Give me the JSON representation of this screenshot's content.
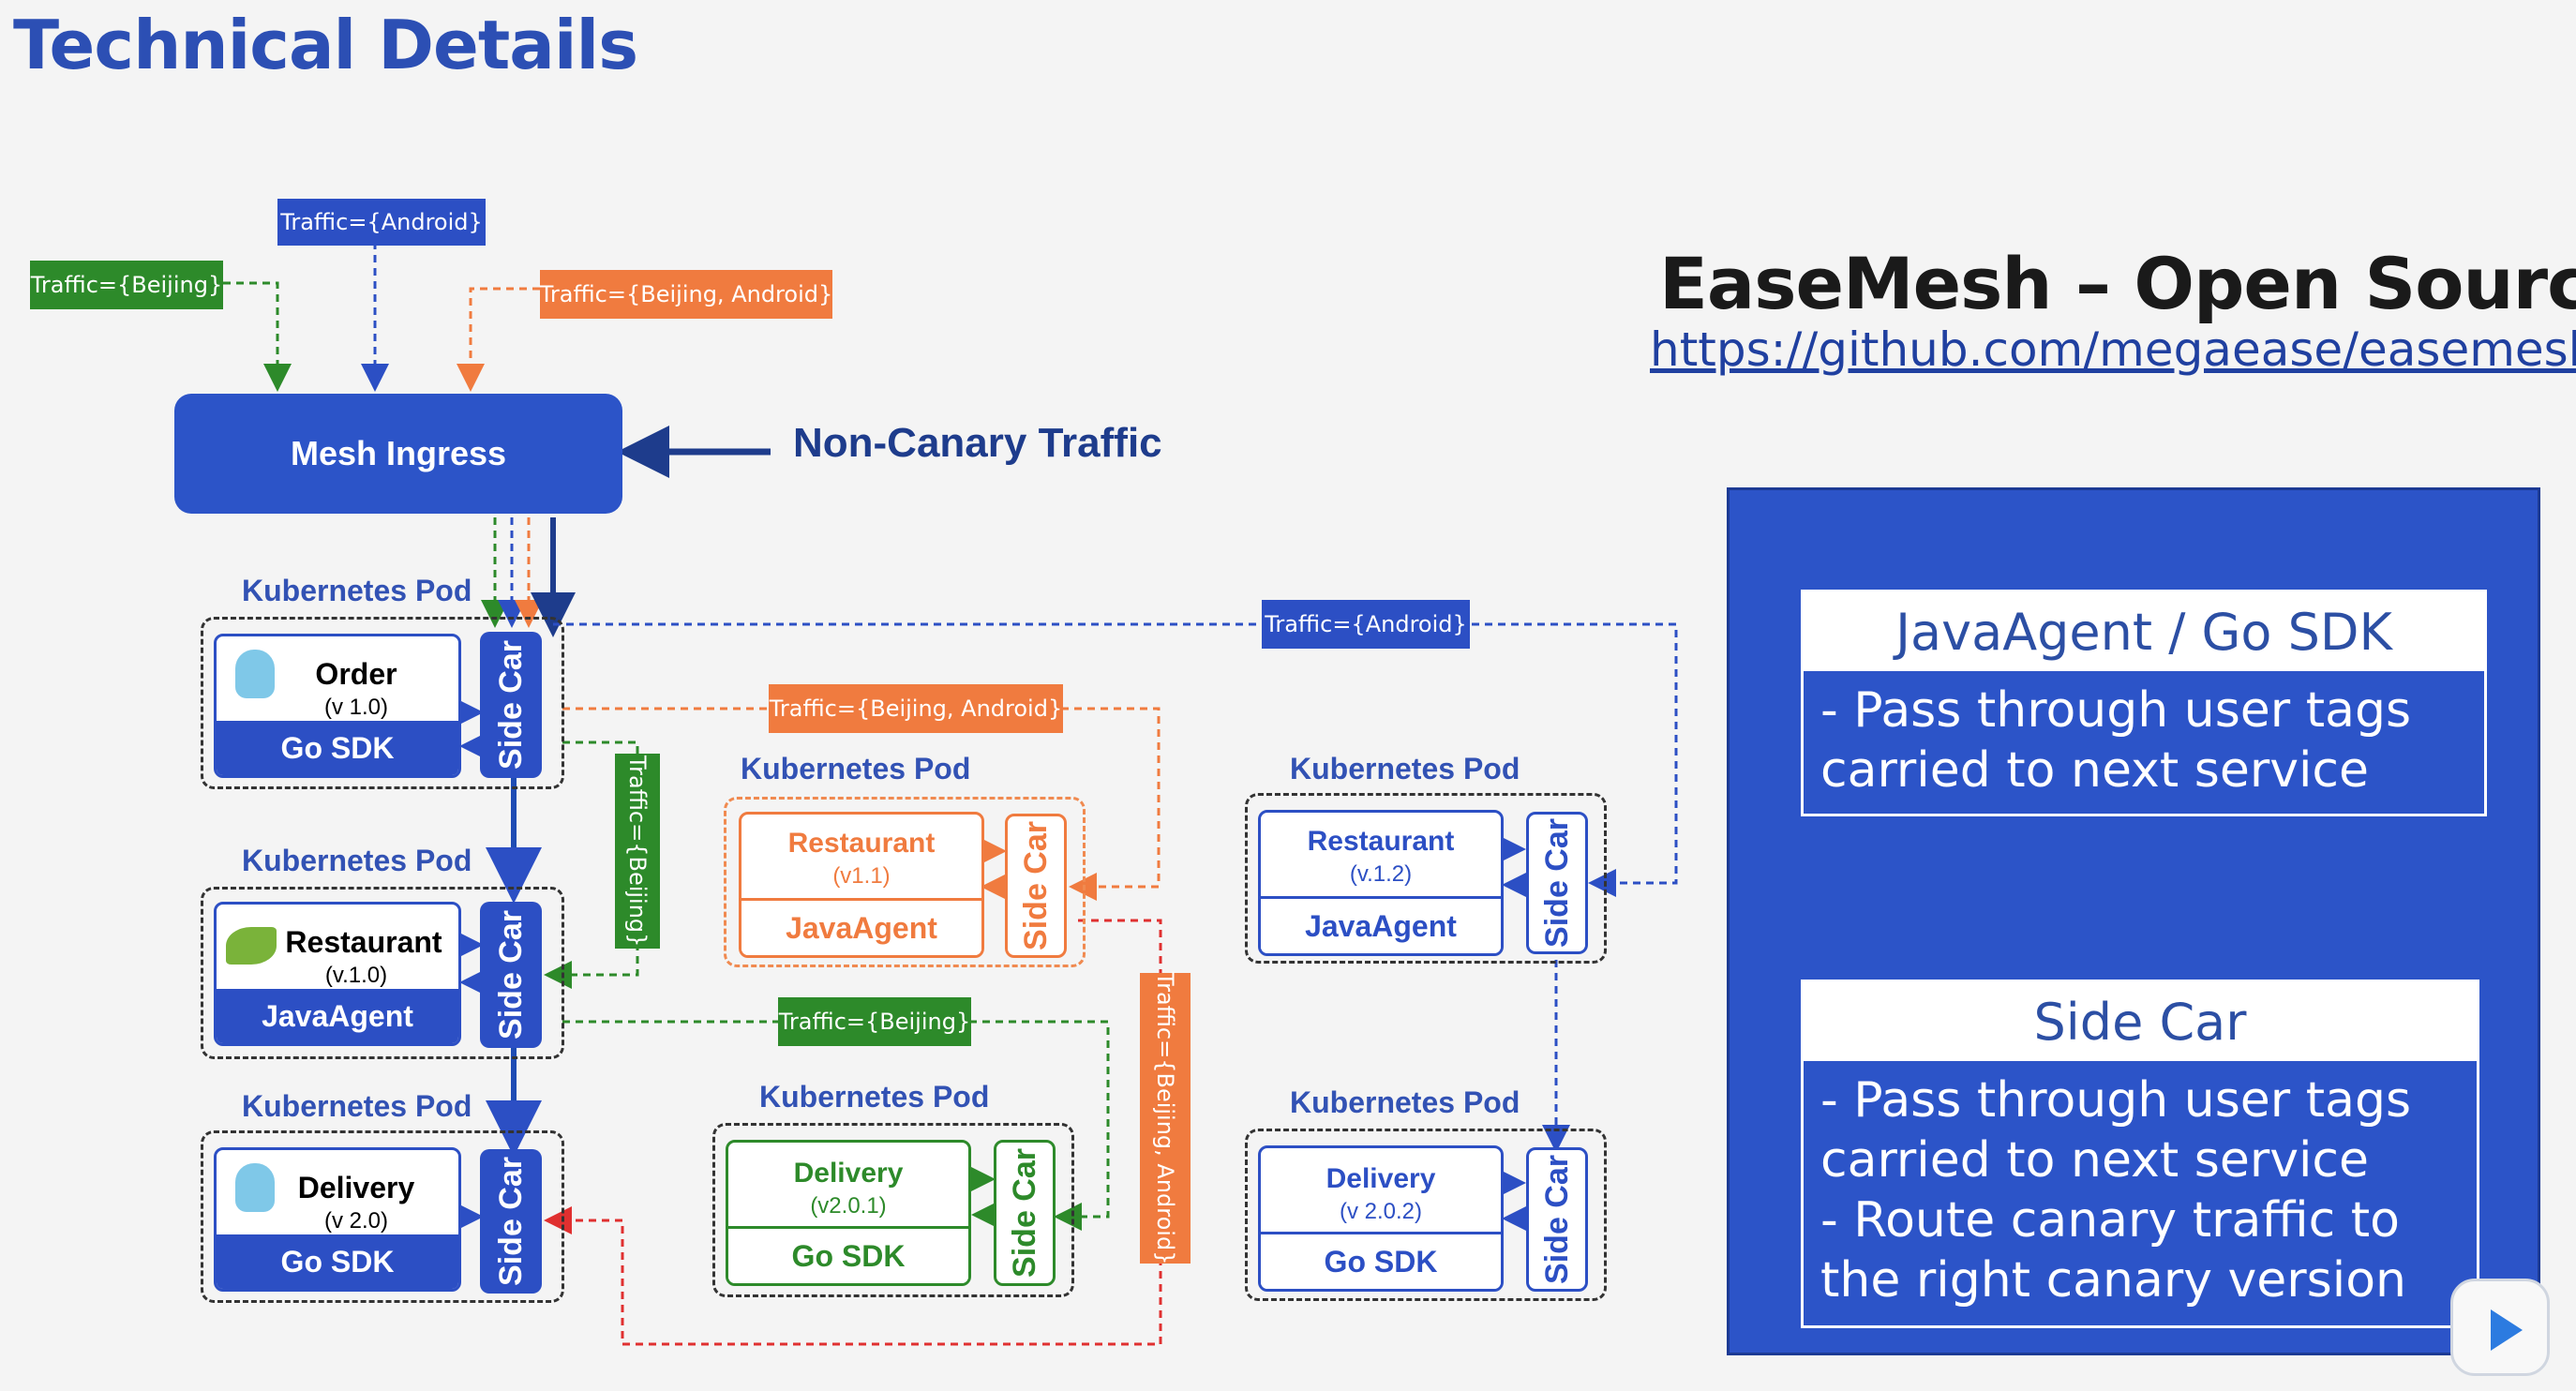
{
  "title": "Technical Details",
  "tags": {
    "android_top": "Traffic={Android}",
    "beijing_top": "Traffic={Beijing}",
    "beijing_android_top": "Traffic={Beijing, Android}",
    "android_mid": "Traffic={Android}",
    "beijing_android_mid": "Traffic={Beijing, Android}",
    "beijing_vertical": "Traffic={Beijing}",
    "beijing_mid": "Traffic={Beijing}",
    "beijing_android_vertical": "Traffic={Beijing, Android}"
  },
  "ingress": "Mesh Ingress",
  "non_canary": "Non-Canary Traffic",
  "pod_label": "Kubernetes Pod",
  "side_car": "Side Car",
  "services": {
    "order": {
      "name": "Order",
      "version": "(v 1.0)",
      "sdk": "Go SDK"
    },
    "restaurant": {
      "name": "Restaurant",
      "version": "(v.1.0)",
      "sdk": "JavaAgent"
    },
    "delivery": {
      "name": "Delivery",
      "version": "(v 2.0)",
      "sdk": "Go SDK"
    },
    "restaurant_11": {
      "name": "Restaurant",
      "version": "(v1.1)",
      "sdk": "JavaAgent"
    },
    "delivery_201": {
      "name": "Delivery",
      "version": "(v2.0.1)",
      "sdk": "Go SDK"
    },
    "restaurant_12": {
      "name": "Restaurant",
      "version": "(v.1.2)",
      "sdk": "JavaAgent"
    },
    "delivery_202": {
      "name": "Delivery",
      "version": "(v 2.0.2)",
      "sdk": "Go SDK"
    }
  },
  "easemesh": {
    "title": "EaseMesh – Open Source",
    "url": "https://github.com/megaease/easemesh"
  },
  "panel": {
    "card1": {
      "heading": "JavaAgent / Go SDK",
      "lines": [
        "- Pass through user tags",
        "carried to next service"
      ]
    },
    "card2": {
      "heading": "Side Car",
      "lines": [
        "- Pass through user tags",
        "carried to next service",
        "- Route canary traffic to",
        "the right canary version"
      ]
    }
  },
  "colors": {
    "blue": "#2c4fc4",
    "green": "#2d8a2a",
    "orange": "#f07b3f",
    "panel": "#2c54c8"
  },
  "icons": [
    "gopher-icon",
    "spring-leaf-icon",
    "gopher-icon",
    "video-play-icon"
  ]
}
